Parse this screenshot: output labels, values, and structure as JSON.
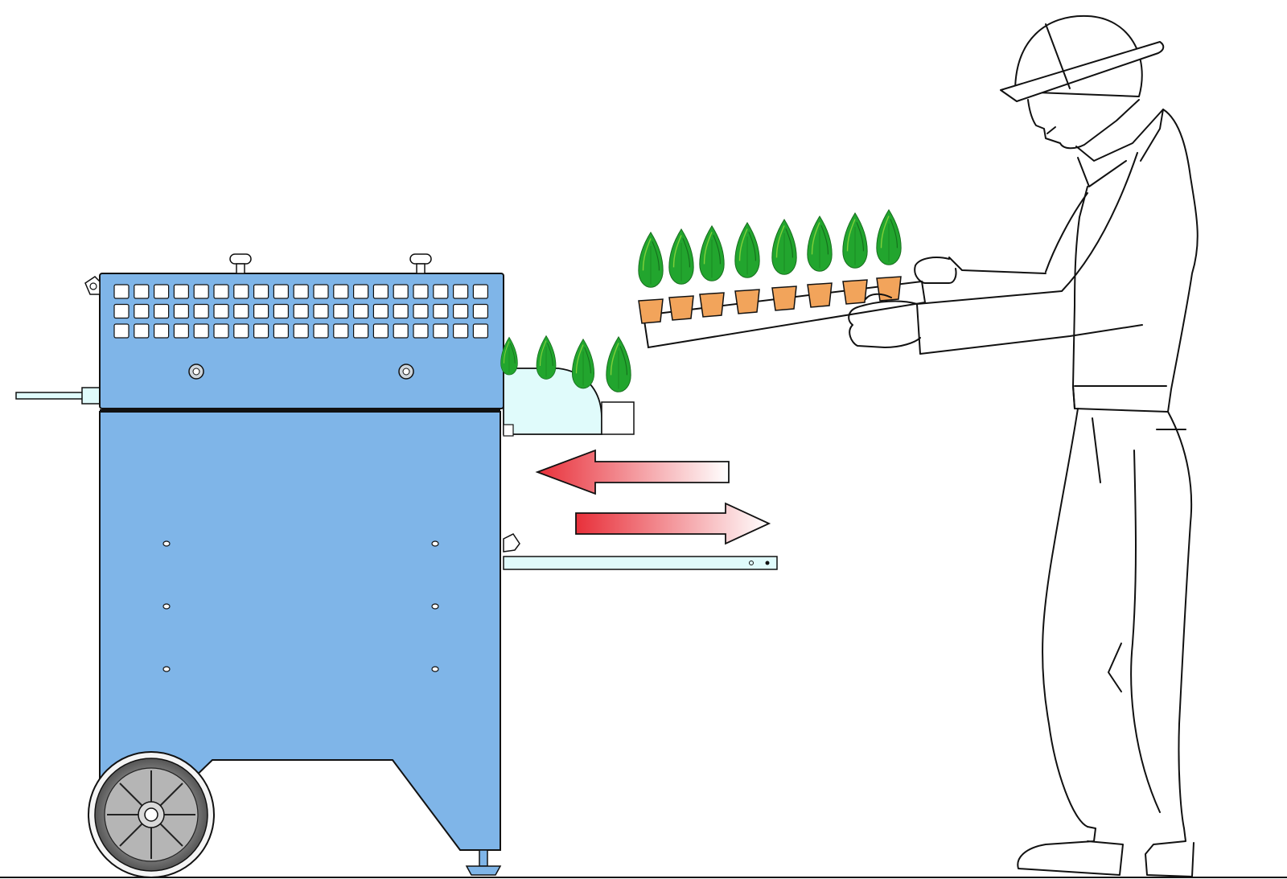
{
  "diagram": {
    "description_label": "",
    "colors": {
      "machine_body": "#7fb5e8",
      "machine_outline": "#1a1a1a",
      "tray_fill": "#e0fbfb",
      "tree_foliage": "#22a52e",
      "tree_highlight": "#7fcf3a",
      "pot": "#f2a45b",
      "arrow_red": "#e8303a",
      "wheel_tire": "#6e6e6e",
      "wheel_hub": "#c8c8c8"
    },
    "icons": {
      "machine": "potting-machine-icon",
      "arrow_in": "arrow-left-icon",
      "arrow_out": "arrow-right-icon",
      "worker": "worker-hardhat-icon",
      "plant": "potted-conifer-icon"
    },
    "trees_on_machine": 4,
    "trees_on_tray": 8,
    "vent_rows": 3,
    "vent_cols": 19
  }
}
